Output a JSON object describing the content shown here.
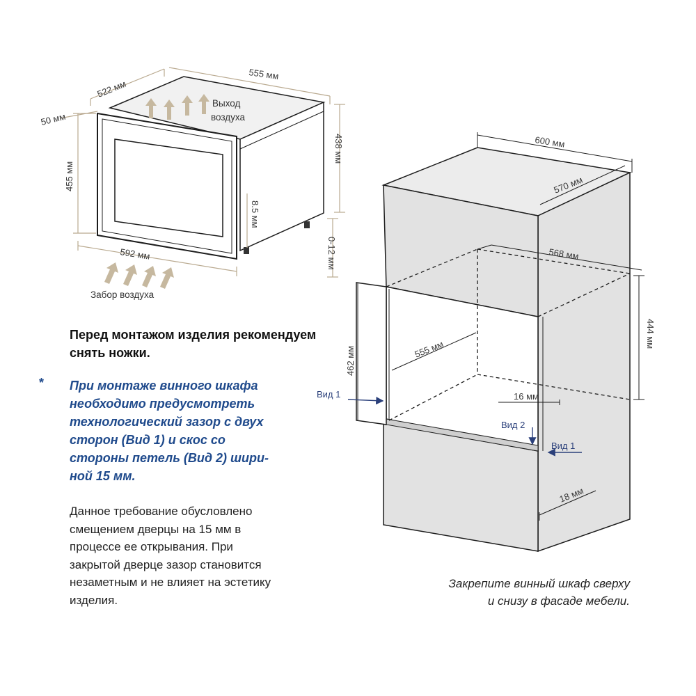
{
  "colors": {
    "tan": "#b9a98f",
    "panel": "#e2e2e2",
    "ink": "#1c1c1c",
    "blue": "#1f4a8c",
    "arrow": "#2a3f7a"
  },
  "appliance": {
    "dim_top_depth": "522 мм",
    "dim_top_width": "555 мм",
    "dim_door": "50 мм",
    "dim_height": "455 мм",
    "dim_body_height": "438 мм",
    "dim_gap": "8.5 мм",
    "dim_feet": "0-12 мм",
    "dim_bottom_width": "592 мм",
    "air_out": "Выход\nвоздуха",
    "air_in": "Забор воздуха"
  },
  "cabinet": {
    "dim_width": "600 мм",
    "dim_depth": "570 мм",
    "dim_niche_width": "568 мм",
    "dim_niche_height": "444 мм",
    "dim_niche_depth": "555 мм",
    "dim_front_height": "462 мм",
    "dim_16": "16 мм",
    "dim_18": "18 мм",
    "view1": "Вид 1",
    "view2": "Вид 2"
  },
  "text": {
    "warning": "Перед монтажом изделия рекомендуем снять ножки.",
    "star": "*",
    "note": "При монтаже винного шкафа\nнеобходимо предусмотреть\nтехнологический зазор с двух\nсторон (Вид 1) и скос со\nстороны петель (Вид 2) шири-\nной 15 мм.",
    "explanation": "Данное требование обусловлено\nсмещением дверцы на 15 мм в\nпроцессе ее открывания. При\nзакрытой дверце зазор становится\nнезаметным и не влияет на эстетику\nизделия.",
    "fixing": "Закрепите винный шкаф сверху\nи снизу в фасаде мебели."
  }
}
